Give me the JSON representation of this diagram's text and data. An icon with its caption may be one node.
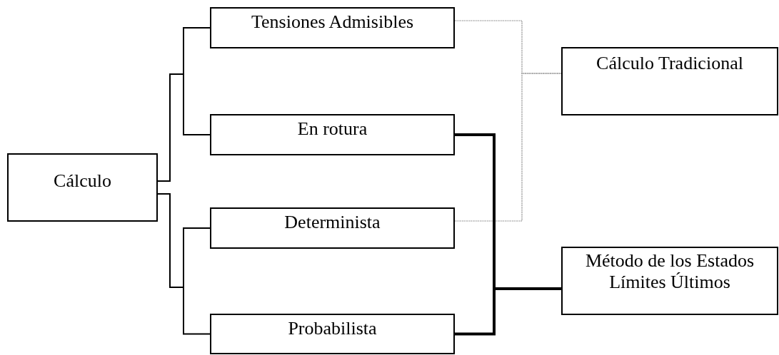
{
  "diagram": {
    "nodes": [
      {
        "text": [
          "Cálculo"
        ]
      },
      {
        "text": [
          "Tensiones Admisibles"
        ]
      },
      {
        "text": [
          "En rotura"
        ]
      },
      {
        "text": [
          "Determinista"
        ]
      },
      {
        "text": [
          "Probabilista"
        ]
      },
      {
        "text": [
          "Cálculo Tradicional"
        ]
      },
      {
        "text": [
          "Método de los Estados Límites Últimos"
        ]
      }
    ],
    "edges": [
      {
        "from": 0,
        "to": 1,
        "arrow": "none"
      },
      {
        "from": 0,
        "to": 2,
        "arrow": "none"
      },
      {
        "from": 0,
        "to": 3,
        "arrow": "none"
      },
      {
        "from": 0,
        "to": 4,
        "arrow": "none"
      },
      {
        "from": 1,
        "to": 5,
        "arrow": "none",
        "style": "dashed",
        "color": "#808080"
      },
      {
        "from": 3,
        "to": 5,
        "arrow": "none",
        "style": "dashed",
        "color": "#808080"
      },
      {
        "from": 2,
        "to": 6,
        "arrow": "none",
        "style": "thick"
      },
      {
        "from": 4,
        "to": 6,
        "arrow": "none",
        "style": "thick"
      }
    ]
  }
}
